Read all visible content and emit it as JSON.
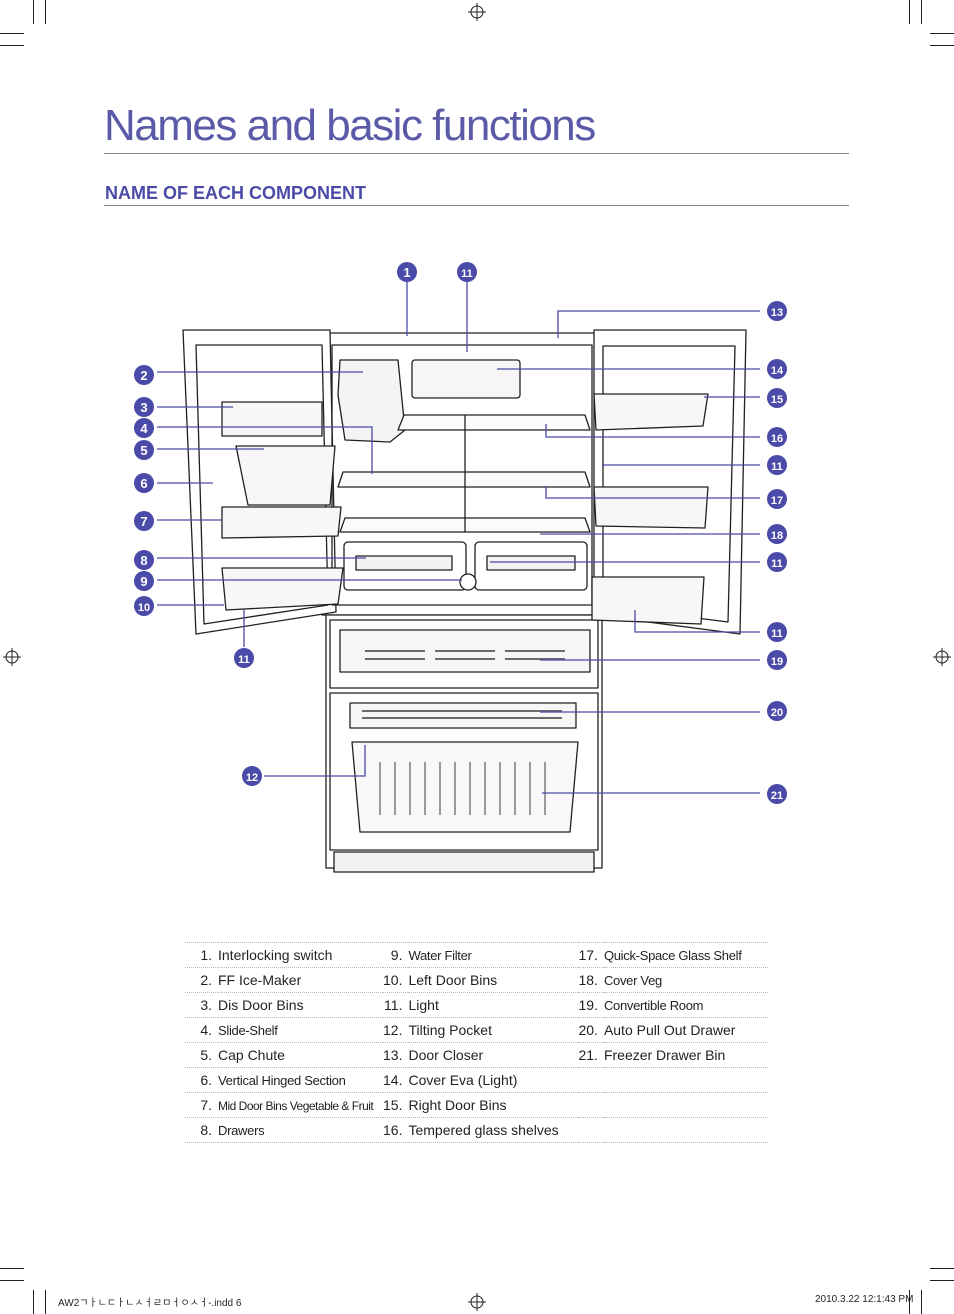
{
  "title": "Names and basic functions",
  "section": "NAME OF EACH COMPONENT",
  "callouts": [
    "1",
    "11",
    "13",
    "2",
    "14",
    "3",
    "15",
    "4",
    "16",
    "5",
    "11",
    "6",
    "17",
    "7",
    "18",
    "8",
    "11",
    "9",
    "10",
    "11",
    "11",
    "19",
    "20",
    "12",
    "21"
  ],
  "components": [
    {
      "n": "1",
      "label": "Interlocking switch"
    },
    {
      "n": "2",
      "label": "FF Ice-Maker"
    },
    {
      "n": "3",
      "label": "Dis Door Bins"
    },
    {
      "n": "4",
      "label": "Slide-Shelf"
    },
    {
      "n": "5",
      "label": "Cap Chute"
    },
    {
      "n": "6",
      "label": "Vertical Hinged Section"
    },
    {
      "n": "7",
      "label": "Mid Door Bins Vegetable & Fruit"
    },
    {
      "n": "8",
      "label": "Drawers"
    },
    {
      "n": "9",
      "label": "Water Filter"
    },
    {
      "n": "10",
      "label": "Left Door Bins"
    },
    {
      "n": "11",
      "label": "Light"
    },
    {
      "n": "12",
      "label": "Tilting Pocket"
    },
    {
      "n": "13",
      "label": "Door Closer"
    },
    {
      "n": "14",
      "label": "Cover Eva (Light)"
    },
    {
      "n": "15",
      "label": "Right Door Bins"
    },
    {
      "n": "16",
      "label": "Tempered glass shelves"
    },
    {
      "n": "17",
      "label": "Quick-Space Glass Shelf"
    },
    {
      "n": "18",
      "label": "Cover Veg"
    },
    {
      "n": "19",
      "label": "Convertible Room"
    },
    {
      "n": "20",
      "label": "Auto Pull Out Drawer"
    },
    {
      "n": "21",
      "label": "Freezer Drawer Bin"
    }
  ],
  "footer": {
    "left": "AW2ㄱㅏㄴㄷㅏㄴㅅㅓㄹㅁㅓㅇㅅㅓ-.indd   6",
    "right": "2010.3.22   12:1:43 PM"
  }
}
